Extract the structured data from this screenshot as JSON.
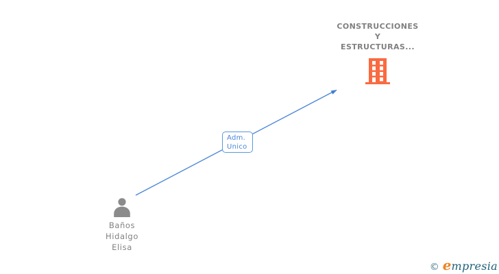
{
  "diagram": {
    "company": {
      "name": "CONSTRUCCIONES Y ESTRUCTURAS...",
      "name_lines": [
        "CONSTRUCCIONES",
        "Y",
        "ESTRUCTURAS..."
      ],
      "icon": "building-icon",
      "icon_color": "#fa6a41"
    },
    "person": {
      "name": "Baños Hidalgo Elisa",
      "name_lines": [
        "Baños",
        "Hidalgo",
        "Elisa"
      ],
      "icon": "person-icon",
      "icon_color": "#8b8b8b"
    },
    "edge": {
      "label_lines": [
        "Adm.",
        "Unico"
      ],
      "label": "Adm. Unico",
      "direction": "person-to-company",
      "color": "#4a86d8",
      "arrowhead_color": "#3f7ed6"
    },
    "text_color": "#808080"
  },
  "footer": {
    "copyright_symbol": "©",
    "brand_first_letter": "e",
    "brand_rest": "mpresia",
    "brand_name": "empresia",
    "brand_color": "#1d5f78",
    "accent_color": "#ef8322"
  }
}
